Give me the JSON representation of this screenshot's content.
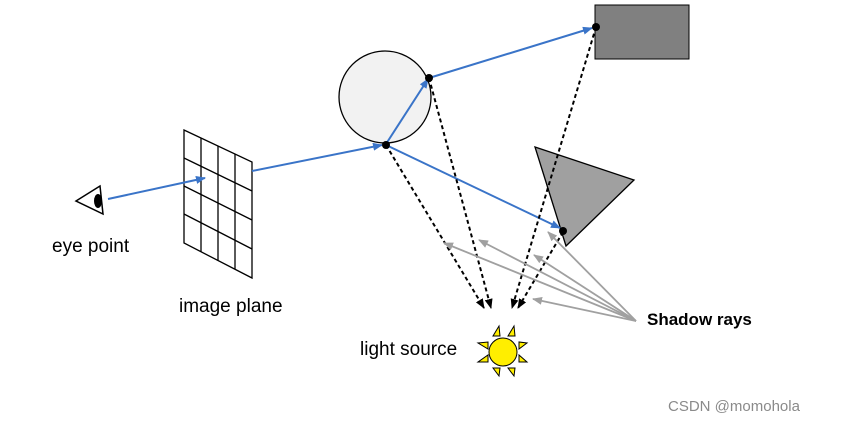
{
  "labels": {
    "eye_point": "eye point",
    "image_plane": "image plane",
    "light_source": "light source",
    "shadow_rays": "Shadow rays"
  },
  "watermark": "CSDN @momohola",
  "colors": {
    "primary_ray": "#3a74c8",
    "shadow_ray": "#000000",
    "shadow_rays_pointer": "#a0a0a0",
    "sphere_fill": "#f2f2f2",
    "box_fill": "#808080",
    "triangle_fill": "#a0a0a0",
    "sun_fill": "#ffee00",
    "sun_rays_fill": "#ffee00"
  }
}
